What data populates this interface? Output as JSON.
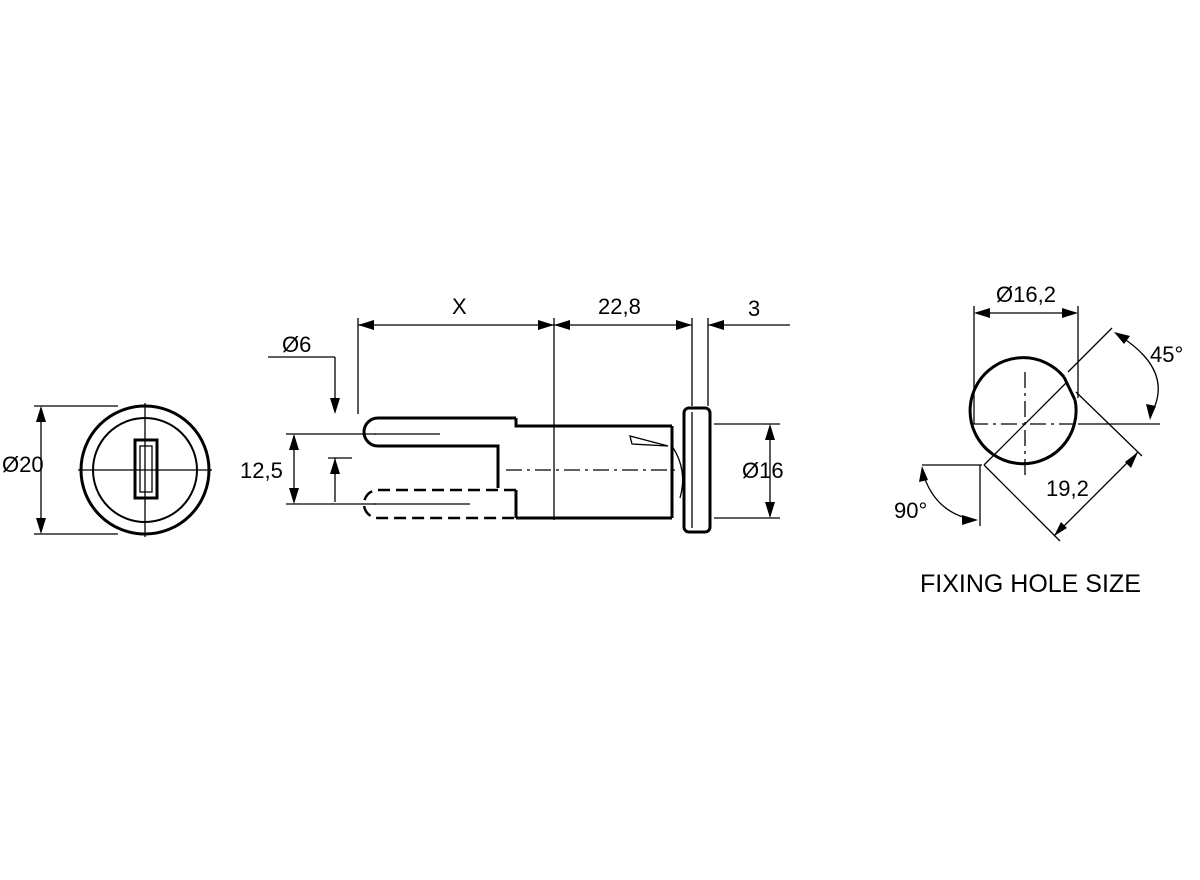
{
  "front_view": {
    "diameter_label": "Ø20"
  },
  "side_view": {
    "dim_x_label": "X",
    "dim_body_label": "22,8",
    "dim_flange_label": "3",
    "dim_bore_label": "Ø6",
    "dim_spacing_label": "12,5",
    "dim_flange_dia_label": "Ø16"
  },
  "fixing_hole": {
    "diameter_label": "Ø16,2",
    "angle_top_label": "45°",
    "width_label": "19,2",
    "angle_bottom_label": "90°",
    "caption": "FIXING HOLE SIZE"
  }
}
